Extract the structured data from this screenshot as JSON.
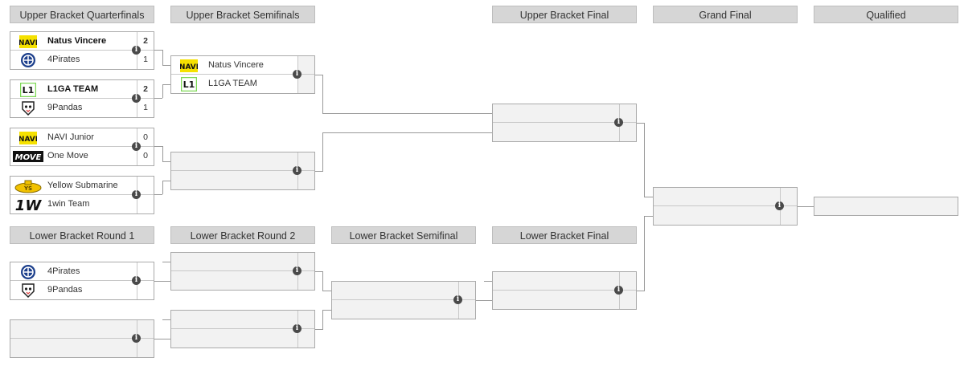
{
  "headers": {
    "ub_quarterfinals": "Upper Bracket Quarterfinals",
    "ub_semifinals": "Upper Bracket Semifinals",
    "ub_final": "Upper Bracket Final",
    "grand_final": "Grand Final",
    "qualified": "Qualified",
    "lb_round1": "Lower Bracket Round 1",
    "lb_round2": "Lower Bracket Round 2",
    "lb_semifinal": "Lower Bracket Semifinal",
    "lb_final": "Lower Bracket Final"
  },
  "info_glyph": "i",
  "upper_quarterfinals": [
    {
      "team1": {
        "name": "Natus Vincere",
        "score": "2",
        "logo": "navi-logo"
      },
      "team2": {
        "name": "4Pirates",
        "score": "1",
        "logo": "4pirates-logo"
      }
    },
    {
      "team1": {
        "name": "L1GA TEAM",
        "score": "2",
        "logo": "l1ga-logo"
      },
      "team2": {
        "name": "9Pandas",
        "score": "1",
        "logo": "9pandas-logo"
      }
    },
    {
      "team1": {
        "name": "NAVI Junior",
        "score": "0",
        "logo": "navi-logo"
      },
      "team2": {
        "name": "One Move",
        "score": "0",
        "logo": "onemove-logo"
      }
    },
    {
      "team1": {
        "name": "Yellow Submarine",
        "score": "",
        "logo": "yellow-submarine-logo"
      },
      "team2": {
        "name": "1win Team",
        "score": "",
        "logo": "1win-logo"
      }
    }
  ],
  "upper_semifinals": [
    {
      "team1": {
        "name": "Natus Vincere",
        "score": "",
        "logo": "navi-logo"
      },
      "team2": {
        "name": "L1GA TEAM",
        "score": "",
        "logo": "l1ga-logo"
      }
    }
  ],
  "lower_round1": [
    {
      "team1": {
        "name": "4Pirates",
        "score": "",
        "logo": "4pirates-logo"
      },
      "team2": {
        "name": "9Pandas",
        "score": "",
        "logo": "9pandas-logo"
      }
    }
  ],
  "logo_text": {
    "navi": "NAVI",
    "l1ga": "L1",
    "onemove": "MOVE",
    "onewin": "1W",
    "yellow_submarine": "YS"
  },
  "colors": {
    "header_bg": "#d6d6d6",
    "match_bg": "#f2f2f2",
    "line": "#999999",
    "navi_yellow": "#f5e100",
    "l1ga_green": "#7ed957",
    "pirates_blue": "#1c3f8c"
  }
}
